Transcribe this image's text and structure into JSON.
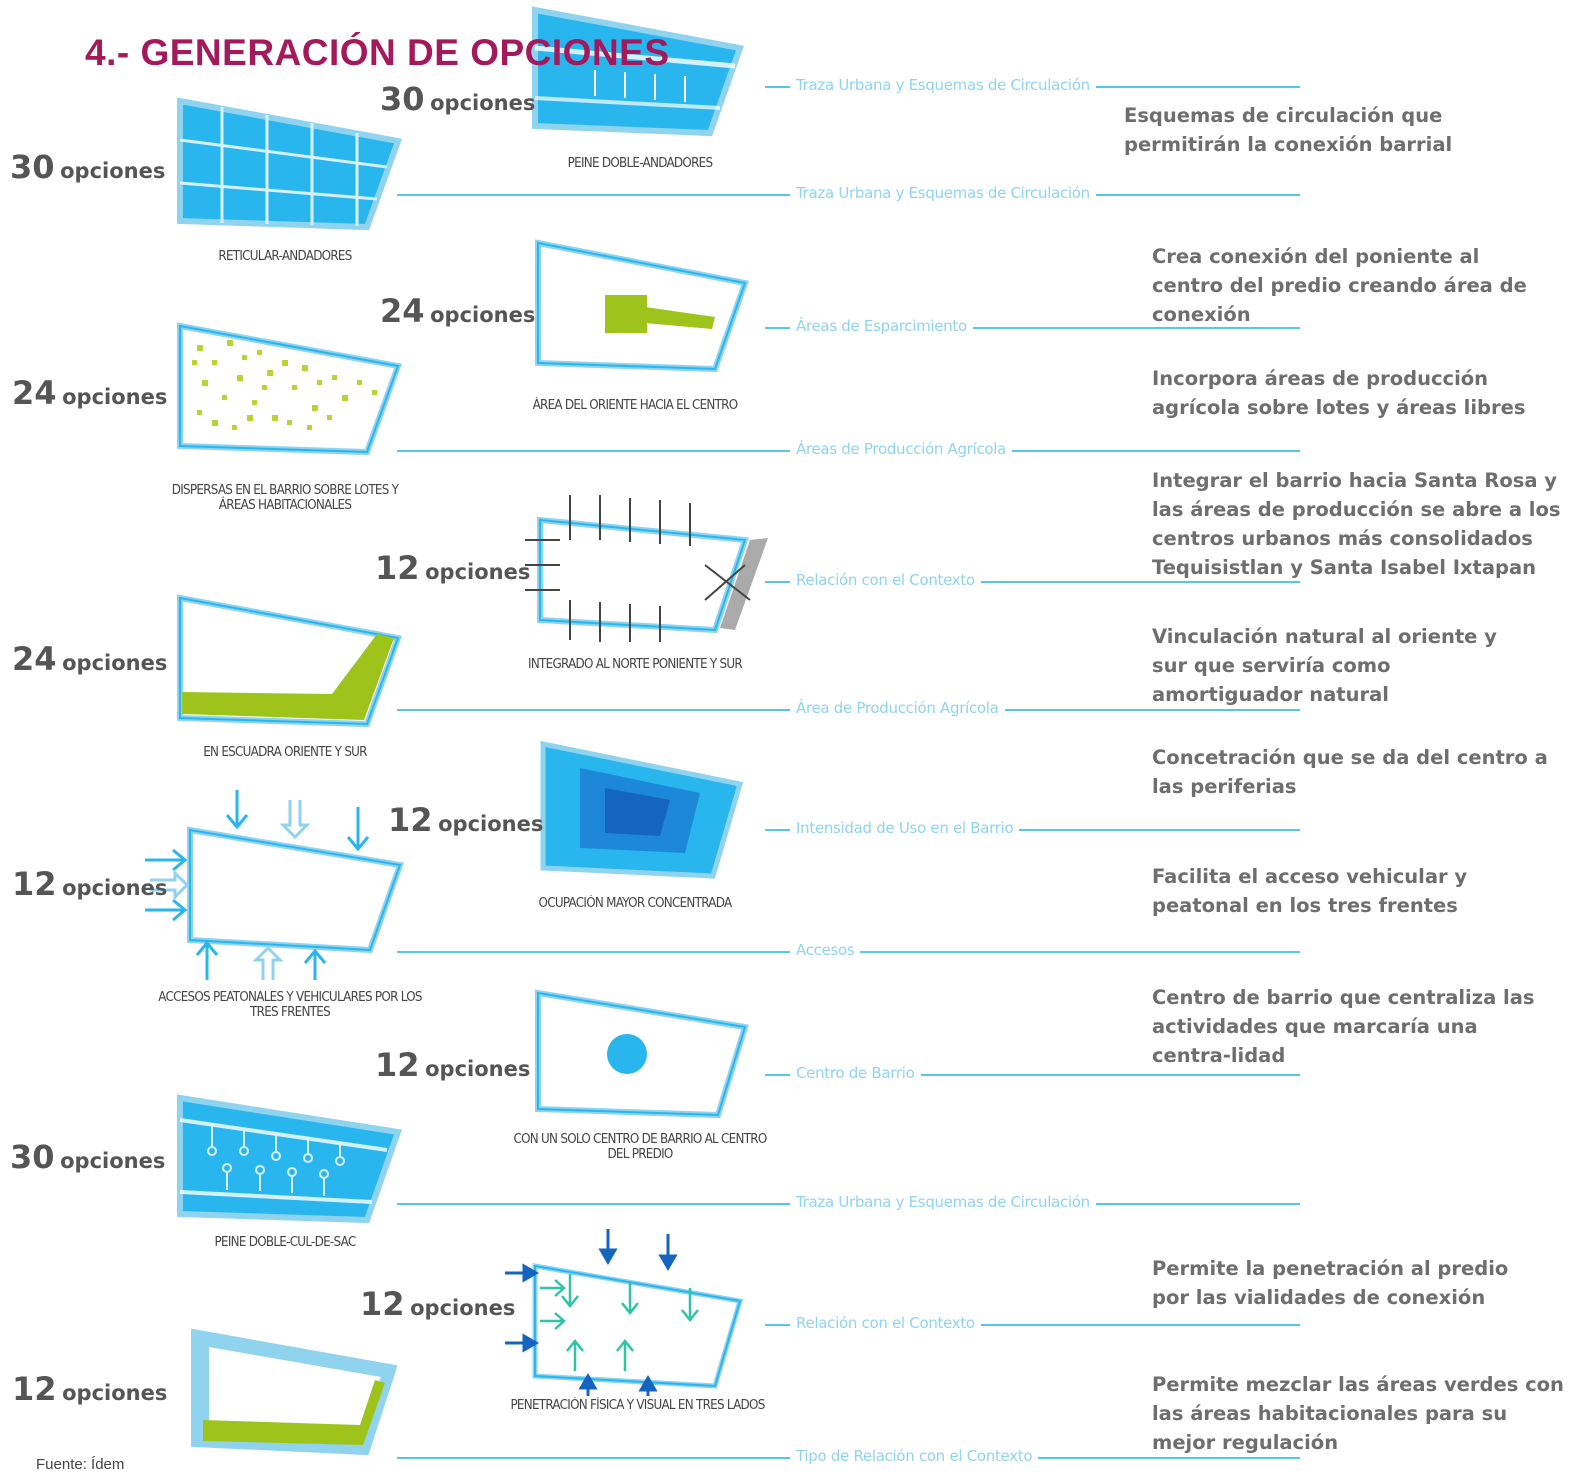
{
  "title": "4.- GENERACIÓN DE OPCIONES",
  "source": "Fuente: Ídem",
  "opciones_word": "opciones",
  "counts": {
    "c1": "30",
    "c2": "30",
    "c3": "24",
    "c4": "24",
    "c5": "12",
    "c6": "24",
    "c7": "12",
    "c8": "12",
    "c9": "12",
    "c10": "30",
    "c11": "12",
    "c12": "12"
  },
  "captions": {
    "peine_doble_andadores": "PEINE DOBLE-ANDADORES",
    "reticular_andadores": "RETICULAR-ANDADORES",
    "area_oriente_centro": "ÁREA DEL ORIENTE HACIA EL CENTRO",
    "dispersas": "DISPERSAS EN EL BARRIO SOBRE LOTES Y ÁREAS HABITACIONALES",
    "integrado": "INTEGRADO AL NORTE PONIENTE Y SUR",
    "escuadra": "EN ESCUADRA ORIENTE Y SUR",
    "ocupacion": "OCUPACIÓN MAYOR CONCENTRADA",
    "accesos_tres_frentes": "ACCESOS PEATONALES Y VEHICULARES POR LOS TRES FRENTES",
    "centro_barrio": "CON UN SOLO CENTRO DE BARRIO AL CENTRO DEL PREDIO",
    "peine_cul_de_sac": "PEINE DOBLE-CUL-DE-SAC",
    "penetracion": "PENETRACIÓN FÍSICA Y VISUAL EN TRES LADOS"
  },
  "categories": {
    "cat1": "Traza Urbana y Esquemas de Circulación",
    "cat2": "Traza Urbana y Esquemas de Circulación",
    "cat3": "Áreas de Esparcimiento",
    "cat4": "Áreas de Producción Agrícola",
    "cat5": "Relación con el Contexto",
    "cat6": "Área de Producción Agrícola",
    "cat7": "Intensidad de Uso en el Barrio",
    "cat8": "Accesos",
    "cat9": "Centro de Barrio",
    "cat10": "Traza Urbana y Esquemas de Circulación",
    "cat11": "Relación con el Contexto",
    "cat12": "Tipo de Relación con el Contexto"
  },
  "descriptions": {
    "d1": "Esquemas de circulación que permitirán la conexión barrial",
    "d2": "Crea conexión del poniente al centro del predio creando área de conexión",
    "d3": "Incorpora áreas de producción agrícola sobre lotes y áreas libres",
    "d4": "Integrar el barrio hacia Santa Rosa y las áreas de producción se abre a los centros urbanos más consolidados Tequisistlan y Santa Isabel Ixtapan",
    "d5": "Vinculación natural al oriente y sur que serviría como amortiguador natural",
    "d6": "Concetración que se da del centro a las periferias",
    "d7": "Facilita el acceso vehicular y peatonal en los tres frentes",
    "d8": "Centro de barrio que centraliza las actividades que marcaría una centra-lidad",
    "d9": "Permite la penetración al predio por las vialidades de conexión",
    "d10": "Permite mezclar las áreas verdes con las áreas habitacionales para su mejor regulación"
  },
  "colors": {
    "title": "#a3195b",
    "accent_blue": "#29b6ee",
    "light_blue": "#8fd3ef",
    "line_blue": "#55c6ea",
    "green": "#9ec41c",
    "dark_blue": "#1565c0"
  }
}
